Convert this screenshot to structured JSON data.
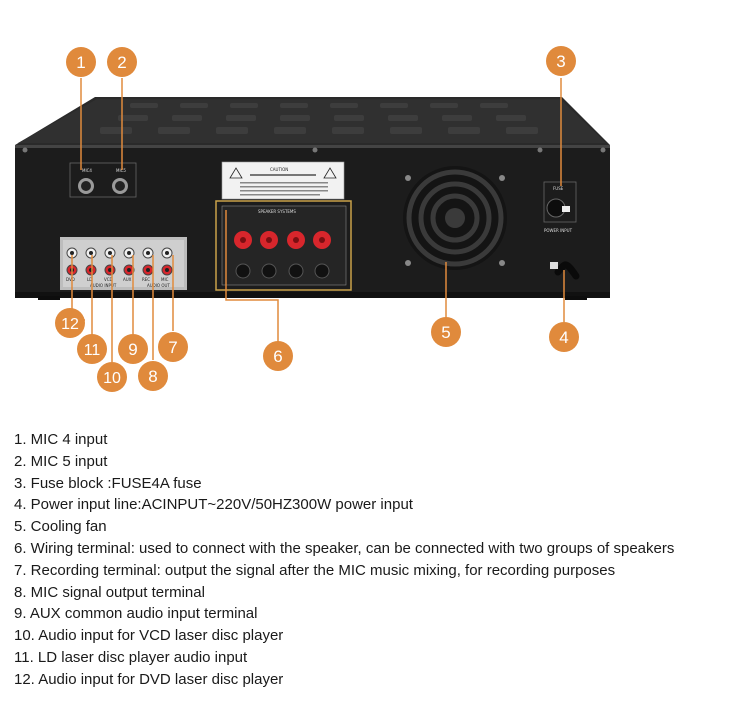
{
  "callouts": [
    "1",
    "2",
    "3",
    "4",
    "5",
    "6",
    "7",
    "8",
    "9",
    "10",
    "11",
    "12"
  ],
  "panel_labels": {
    "mic4": "MIC4",
    "mic5": "MIC5",
    "caution": "CAUTION",
    "speaker_systems": "SPEAKER SYSTEMS",
    "fuse": "FUSE",
    "power_input": "POWER INPUT",
    "rca_labels": [
      "DVD",
      "LD",
      "VCD",
      "AUX",
      "REC",
      "MIC"
    ],
    "audio_input": "AUDIO INPUT",
    "audio_out": "AUDIO OUT"
  },
  "legend": [
    "1. MIC 4 input",
    "2. MIC 5 input",
    "3. Fuse block :FUSE4A fuse",
    "4. Power input line:ACINPUT~220V/50HZ300W power input",
    "5. Cooling fan",
    "6. Wiring terminal: used to connect with the speaker, can be connected with two groups of speakers",
    "7. Recording terminal: output the signal after the MIC music mixing, for recording purposes",
    "8. MIC signal output terminal",
    "9. AUX common audio input terminal",
    "10. Audio input for VCD laser disc player",
    "11. LD laser disc player audio input",
    "12. Audio input for DVD laser disc player"
  ],
  "colors": {
    "callout": "#e08a3c",
    "chassis": "#1c1c1c",
    "gold": "#c9a24a",
    "terminal_red": "#d8262c"
  }
}
